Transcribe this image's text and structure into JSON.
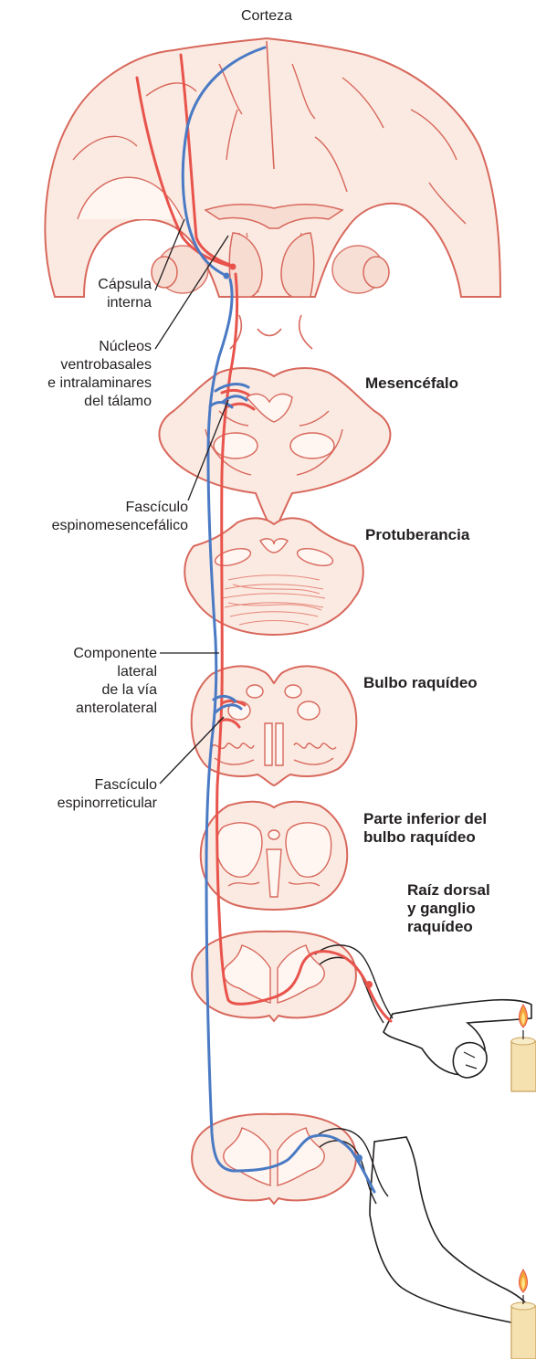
{
  "labels": {
    "cortex": "Corteza",
    "internal_capsule": [
      "Cápsula",
      "interna"
    ],
    "thalamic_nuclei": [
      "Núcleos",
      "ventrobasales",
      "e intralaminares",
      "del tálamo"
    ],
    "spinomesencephalic": [
      "Fascículo",
      "espinomesencefálico"
    ],
    "lateral_component": [
      "Componente",
      "lateral",
      "de la vía",
      "anterolateral"
    ],
    "spinoreticular": [
      "Fascículo",
      "espinorreticular"
    ]
  },
  "levels": {
    "midbrain": "Mesencéfalo",
    "pons": "Protuberancia",
    "medulla": "Bulbo raquídeo",
    "lower_medulla": [
      "Parte inferior del",
      "bulbo raquídeo"
    ],
    "dorsal_root": [
      "Raíz dorsal",
      "y ganglio",
      "raquídeo"
    ]
  },
  "colors": {
    "tissue_fill": "#fbeae2",
    "tissue_outline": "#d8685c",
    "red_pathway": "#e8544c",
    "blue_pathway": "#4a7ac4",
    "leader_line": "#231f20"
  }
}
